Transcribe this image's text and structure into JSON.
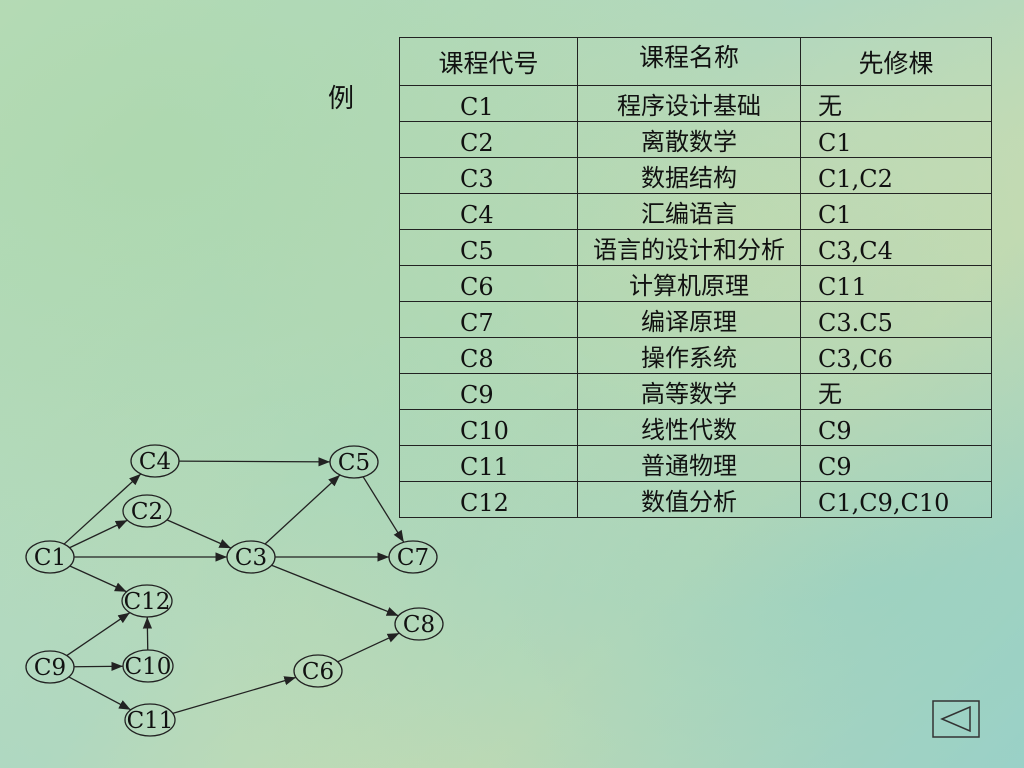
{
  "example_label": "例",
  "table": {
    "headers": [
      "课程代号",
      "课程名称",
      "先修棵"
    ],
    "rows": [
      {
        "code": "C1",
        "name": "程序设计基础",
        "prereq": "无"
      },
      {
        "code": "C2",
        "name": "离散数学",
        "prereq": "C1"
      },
      {
        "code": "C3",
        "name": "数据结构",
        "prereq": "C1,C2"
      },
      {
        "code": "C4",
        "name": "汇编语言",
        "prereq": "C1"
      },
      {
        "code": "C5",
        "name": "语言的设计和分析",
        "prereq": "C3,C4"
      },
      {
        "code": "C6",
        "name": "计算机原理",
        "prereq": "C11"
      },
      {
        "code": "C7",
        "name": "编译原理",
        "prereq": "C3.C5"
      },
      {
        "code": "C8",
        "name": "操作系统",
        "prereq": "C3,C6"
      },
      {
        "code": "C9",
        "name": "高等数学",
        "prereq": "无"
      },
      {
        "code": "C10",
        "name": "线性代数",
        "prereq": "C9"
      },
      {
        "code": "C11",
        "name": "普通物理",
        "prereq": "C9"
      },
      {
        "code": "C12",
        "name": "数值分析",
        "prereq": "C1,C9,C10"
      }
    ]
  },
  "graph": {
    "nodes": [
      "C1",
      "C2",
      "C3",
      "C4",
      "C5",
      "C6",
      "C7",
      "C8",
      "C9",
      "C10",
      "C11",
      "C12"
    ],
    "edges": [
      [
        "C1",
        "C4"
      ],
      [
        "C1",
        "C2"
      ],
      [
        "C1",
        "C3"
      ],
      [
        "C1",
        "C12"
      ],
      [
        "C2",
        "C3"
      ],
      [
        "C4",
        "C5"
      ],
      [
        "C3",
        "C5"
      ],
      [
        "C3",
        "C7"
      ],
      [
        "C3",
        "C8"
      ],
      [
        "C5",
        "C7"
      ],
      [
        "C9",
        "C12"
      ],
      [
        "C9",
        "C10"
      ],
      [
        "C9",
        "C11"
      ],
      [
        "C10",
        "C12"
      ],
      [
        "C11",
        "C6"
      ],
      [
        "C6",
        "C8"
      ]
    ]
  },
  "nav": {
    "back_icon": "triangle-left-icon"
  }
}
